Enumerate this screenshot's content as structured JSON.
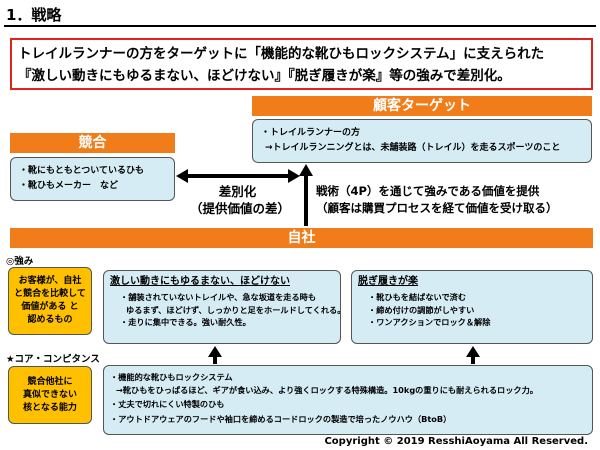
{
  "header": {
    "title": "1．戦略"
  },
  "statement": {
    "line1": "トレイルランナーの方をターゲットに「機能的な靴ひもロックシステム」に支えられた",
    "line2": "『激しい動きにもゆるまない、ほどけない』『脱ぎ履きが楽』等の強みで差別化。"
  },
  "target": {
    "heading": "顧客ターゲット",
    "items": [
      "・トレイルランナーの方",
      "→トレイルランニングとは、未舗装路（トレイル）を走るスポーツのこと"
    ]
  },
  "competition": {
    "heading": "競合",
    "items": [
      "・靴にもともとついているひも",
      "・靴ひもメーカー　など"
    ]
  },
  "differentiation": {
    "line1": "差別化",
    "line2": "（提供価値の差）"
  },
  "tactics": {
    "line1": "戦術（4P）を通じて強みである価値を提供",
    "line2": "（顧客は購買プロセスを経て価値を受け取る）"
  },
  "company": {
    "heading": "自社"
  },
  "strengths": {
    "label": "◎強み",
    "side_note": [
      "お客様が、自社",
      "と競合を比較して",
      "価値がある と",
      "認めるもの"
    ],
    "box1": {
      "heading": "激しい動きにもゆるまない、ほどけない",
      "items": [
        "・舗装されていないトレイルや、急な坂道を走る時も",
        "ゆるまず、ほどけず、しっかりと足をホールドしてくれる。",
        "・走りに集中できる。強い耐久性。"
      ]
    },
    "box2": {
      "heading": "脱ぎ履きが楽",
      "items": [
        "・靴ひもを結ばないで済む",
        "・締め付けの調節がしやすい",
        "・ワンアクションでロック＆解除"
      ]
    }
  },
  "core": {
    "label": "★コア・コンピタンス",
    "side_note": [
      "競合他社に",
      "真似できない",
      "核となる能力"
    ],
    "items": [
      "・機能的な靴ひもロックシステム",
      "→靴ひもをひっぱるほど、ギアが食い込み、より強くロックする特殊構造。10kgの重りにも耐えられるロック力。",
      "・丈夫で切れにくい特製のひも",
      "・アウトドアウェアのフードや袖口を締めるコードロックの製造で培ったノウハウ（BtoB）"
    ]
  },
  "footer": {
    "copyright": "Copyright ©  2019 ResshiAoyama All  Reserved."
  },
  "colors": {
    "accent_orange": "#f07d1a",
    "box_blue": "#d6ecf5",
    "box_yellow": "#ffc000",
    "border_red": "#e0241b"
  }
}
